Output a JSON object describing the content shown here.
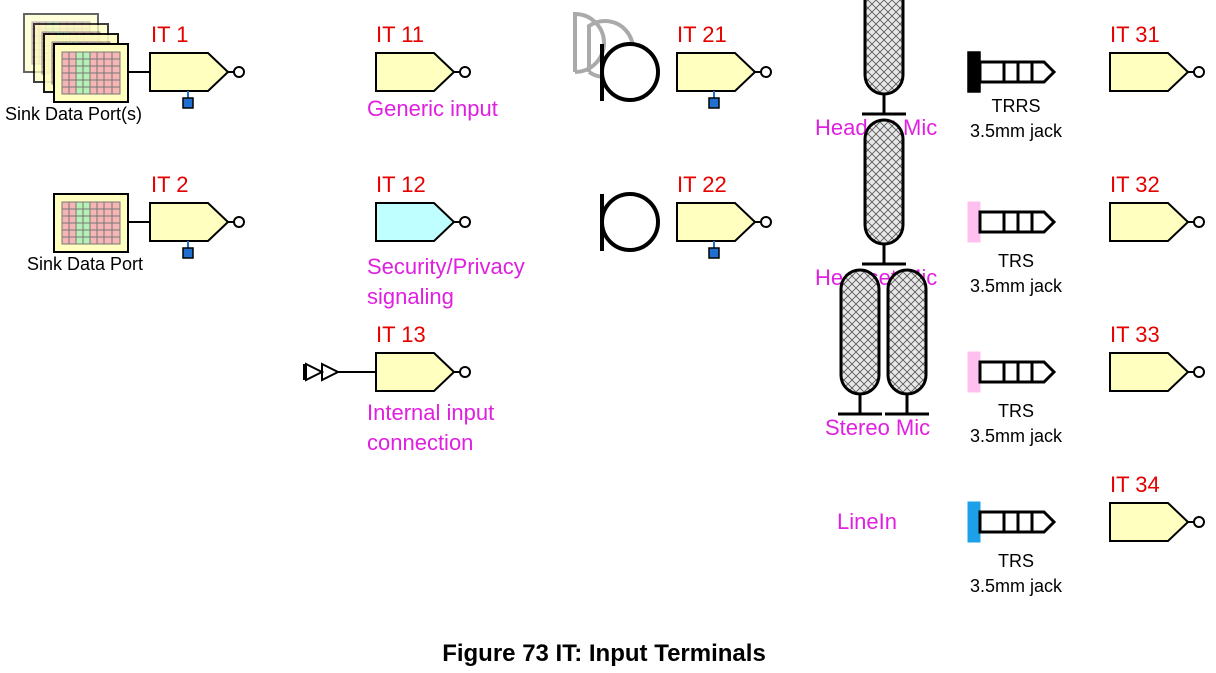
{
  "caption": "Figure 73 IT: Input Terminals",
  "colors": {
    "terminal_fill": "#ffffc0",
    "security_fill": "#c0ffff",
    "id_text": "#e60000",
    "desc_text": "#e020e0",
    "control_pin": "#1f6fd0",
    "trrs_cap": "#000000",
    "trs_pink_cap": "#ffc0f0",
    "linein_cap": "#1ca0e8"
  },
  "terminals": {
    "it1": {
      "id": "IT 1",
      "desc": "Sink Data Port(s)"
    },
    "it2": {
      "id": "IT 2",
      "desc": "Sink Data Port"
    },
    "it11": {
      "id": "IT 11",
      "desc": "Generic input"
    },
    "it12": {
      "id": "IT 12",
      "desc_line1": "Security/Privacy",
      "desc_line2": "signaling"
    },
    "it13": {
      "id": "IT 13",
      "desc_line1": "Internal input",
      "desc_line2": "connection"
    },
    "it21": {
      "id": "IT 21"
    },
    "it22": {
      "id": "IT 22"
    },
    "it31": {
      "id": "IT 31",
      "source": "Headset Mic",
      "jack_line1": "TRRS",
      "jack_line2": "3.5mm jack"
    },
    "it32": {
      "id": "IT 32",
      "source": "Headset Mic",
      "jack_line1": "TRS",
      "jack_line2": "3.5mm jack"
    },
    "it33": {
      "id": "IT 33",
      "source": "Stereo Mic",
      "jack_line1": "TRS",
      "jack_line2": "3.5mm jack"
    },
    "it34": {
      "id": "IT 34",
      "source": "LineIn",
      "jack_line1": "TRS",
      "jack_line2": "3.5mm jack"
    }
  }
}
